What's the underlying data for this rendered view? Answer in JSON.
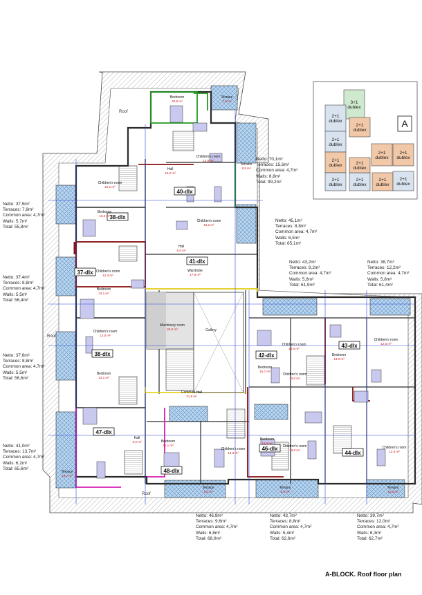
{
  "title": "A-BLOCK. Roof floor plan",
  "key_plan": {
    "block_letter": "A",
    "units": [
      {
        "line1": "3+1",
        "line2": "dublex",
        "color": "#cfe9cf"
      },
      {
        "line1": "2+1",
        "line2": "dublex",
        "color": "#d8e3ef"
      },
      {
        "line1": "2+1",
        "line2": "dublex",
        "color": "#f2c9a8"
      },
      {
        "line1": "2+1",
        "line2": "dublex",
        "color": "#d8e3ef"
      },
      {
        "line1": "2+1",
        "line2": "dublex",
        "color": "#f2c9a8"
      },
      {
        "line1": "2+1",
        "line2": "dublex",
        "color": "#f2c9a8"
      },
      {
        "line1": "2+1",
        "line2": "dublex",
        "color": "#f2c9a8"
      },
      {
        "line1": "2+1",
        "line2": "dublex",
        "color": "#d8e3ef"
      },
      {
        "line1": "2+1",
        "line2": "dublex",
        "color": "#f2c9a8"
      },
      {
        "line1": "2+1",
        "line2": "dublex",
        "color": "#d8e3ef"
      },
      {
        "line1": "2+1",
        "line2": "dublex",
        "color": "#d8e3ef"
      },
      {
        "line1": "2+1",
        "line2": "dublex",
        "color": "#f2c9a8"
      }
    ]
  },
  "apartment_labels": [
    "40-dlx",
    "41-dlx",
    "38-dlx",
    "37-dlx",
    "38-dlx",
    "47-dlx",
    "48-dlx",
    "42-dlx",
    "43-dlx",
    "46-dlx",
    "44-dlx"
  ],
  "rooms": [
    {
      "name": "Bedroom",
      "area": "20,8 m²"
    },
    {
      "name": "Terrace",
      "area": "7,6 m²"
    },
    {
      "name": "Hall",
      "area": "10,2 m²"
    },
    {
      "name": "Children's room",
      "area": "13,9 m²"
    },
    {
      "name": "Terrace",
      "area": "8,8 m²"
    },
    {
      "name": "Children's room",
      "area": "10,1 m²"
    },
    {
      "name": "Bedroom",
      "area": "16,3 m²"
    },
    {
      "name": "Children's room",
      "area": "13,2 m²"
    },
    {
      "name": "Hall",
      "area": "8,8 m²"
    },
    {
      "name": "Wardrobe",
      "area": "17,9 m²"
    },
    {
      "name": "Children's room",
      "area": "12,3 m²"
    },
    {
      "name": "Bedroom",
      "area": "13,1 m²"
    },
    {
      "name": "Machinery room",
      "area": "26,0 m²"
    },
    {
      "name": "Gallery",
      "area": ""
    },
    {
      "name": "Children's room",
      "area": "12,0 m²"
    },
    {
      "name": "Bedroom",
      "area": "13,1 m²"
    },
    {
      "name": "Common Hall",
      "area": "21,8 m²"
    },
    {
      "name": "Bedroom",
      "area": "15,7 m²"
    },
    {
      "name": "Children's room",
      "area": "13,0 m²"
    },
    {
      "name": "Bedroom",
      "area": "13,0 m²"
    },
    {
      "name": "Children's room",
      "area": "12,5 m²"
    },
    {
      "name": "Children's room",
      "area": "13,0 m²"
    },
    {
      "name": "Hall",
      "area": "9,0 m²"
    },
    {
      "name": "Bedroom",
      "area": "21,1 m²"
    },
    {
      "name": "Children's room",
      "area": "13,6 m²"
    },
    {
      "name": "Bedroom",
      "area": "16,0 m²"
    },
    {
      "name": "Children's room",
      "area": "13,0 m²"
    },
    {
      "name": "Children's room",
      "area": "12,0 m²"
    },
    {
      "name": "Terrace",
      "area": "13,7 m²"
    },
    {
      "name": "Terrace",
      "area": "9,6 m²"
    },
    {
      "name": "Terrace",
      "area": "8,8 m²"
    },
    {
      "name": "Terrace",
      "area": "12,0 m²"
    }
  ],
  "roof_label": "Roof",
  "stats": [
    {
      "netto": "Netto: 70,1m²",
      "terraces": "Terraces: 15,6m²",
      "common": "Common area: 4,7m²",
      "walls": "Walls: 8,8m²",
      "total": "Total: 99,2m²"
    },
    {
      "netto": "Netto: 37,5m²",
      "terraces": "Terraces: 7,9m²",
      "common": "Common area: 4,7m²",
      "walls": "Walls: 5,7m²",
      "total": "Total: 55,8m²"
    },
    {
      "netto": "Netto: 45,1m²",
      "terraces": "Terraces: 8,8m²",
      "common": "Common area: 4,7m²",
      "walls": "Walls: 6,5m²",
      "total": "Total: 65,1m²"
    },
    {
      "netto": "Netto: 43,2m²",
      "terraces": "Terraces: 8,2m²",
      "common": "Common area: 4,7m²",
      "walls": "Walls: 5,8m²",
      "total": "Total: 61,9m²"
    },
    {
      "netto": "Netto: 38,7m²",
      "terraces": "Terraces: 12,2m²",
      "common": "Common area: 4,7m²",
      "walls": "Walls: 5,8m²",
      "total": "Total: 61,4m²"
    },
    {
      "netto": "Netto: 37,4m²",
      "terraces": "Terraces: 8,8m²",
      "common": "Common area: 4,7m²",
      "walls": "Walls: 5,5m²",
      "total": "Total: 56,4m²"
    },
    {
      "netto": "Netto: 37,6m²",
      "terraces": "Terraces: 8,8m²",
      "common": "Common area: 4,7m²",
      "walls": "Walls: 5,5m²",
      "total": "Total: 56,6m²"
    },
    {
      "netto": "Netto: 41,0m²",
      "terraces": "Terraces: 13,7m²",
      "common": "Common area: 4,7m²",
      "walls": "Walls: 6,2m²",
      "total": "Total: 65,6m²"
    },
    {
      "netto": "Netto: 46,9m²",
      "terraces": "Terraces: 9,6m²",
      "common": "Common area: 4,7m²",
      "walls": "Walls: 6,8m²",
      "total": "Total: 68,0m²"
    },
    {
      "netto": "Netto: 43,7m²",
      "terraces": "Terraces: 8,8m²",
      "common": "Common area: 4,7m²",
      "walls": "Walls: 5,4m²",
      "total": "Total: 62,6m²"
    },
    {
      "netto": "Netto: 39,7m²",
      "terraces": "Terraces: 12,0m²",
      "common": "Common area: 4,7m²",
      "walls": "Walls: 6,3m²",
      "total": "Total: 62,7m²"
    }
  ],
  "colors": {
    "wall": "#333333",
    "terrace": "#b7d4ef",
    "grid": "#2f44d8",
    "dim": "#3b3bd8",
    "area_text": "#d01818",
    "outline_red": "#8a0f0f",
    "outline_green": "#1f9a1f",
    "outline_yellow": "#e8d21a",
    "outline_magenta": "#d61fb3",
    "roof_hatch": "#aaaaaa"
  }
}
